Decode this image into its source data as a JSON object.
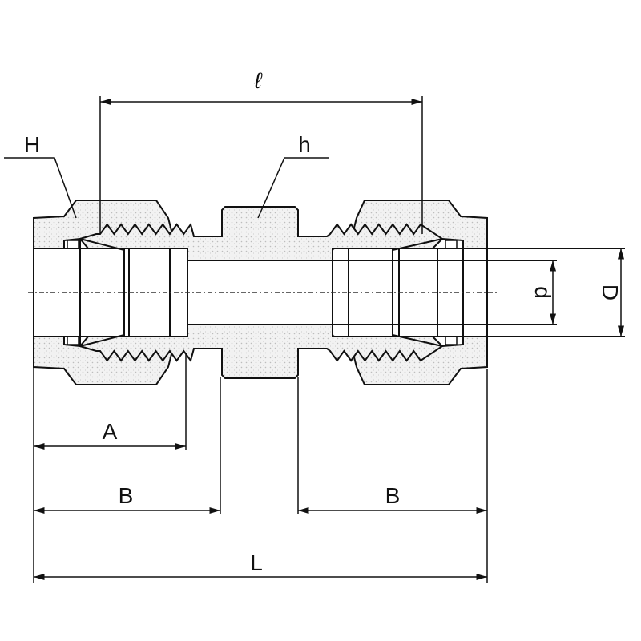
{
  "title": "Reducing union tube fitting dimension drawing",
  "labels": {
    "ell": "ℓ",
    "H": "H",
    "h": "h",
    "d": "d",
    "D": "D",
    "A": "A",
    "B_left": "B",
    "B_right": "B",
    "L": "L"
  },
  "colors": {
    "line": "#111111",
    "stipple": "#e6e6e6"
  }
}
